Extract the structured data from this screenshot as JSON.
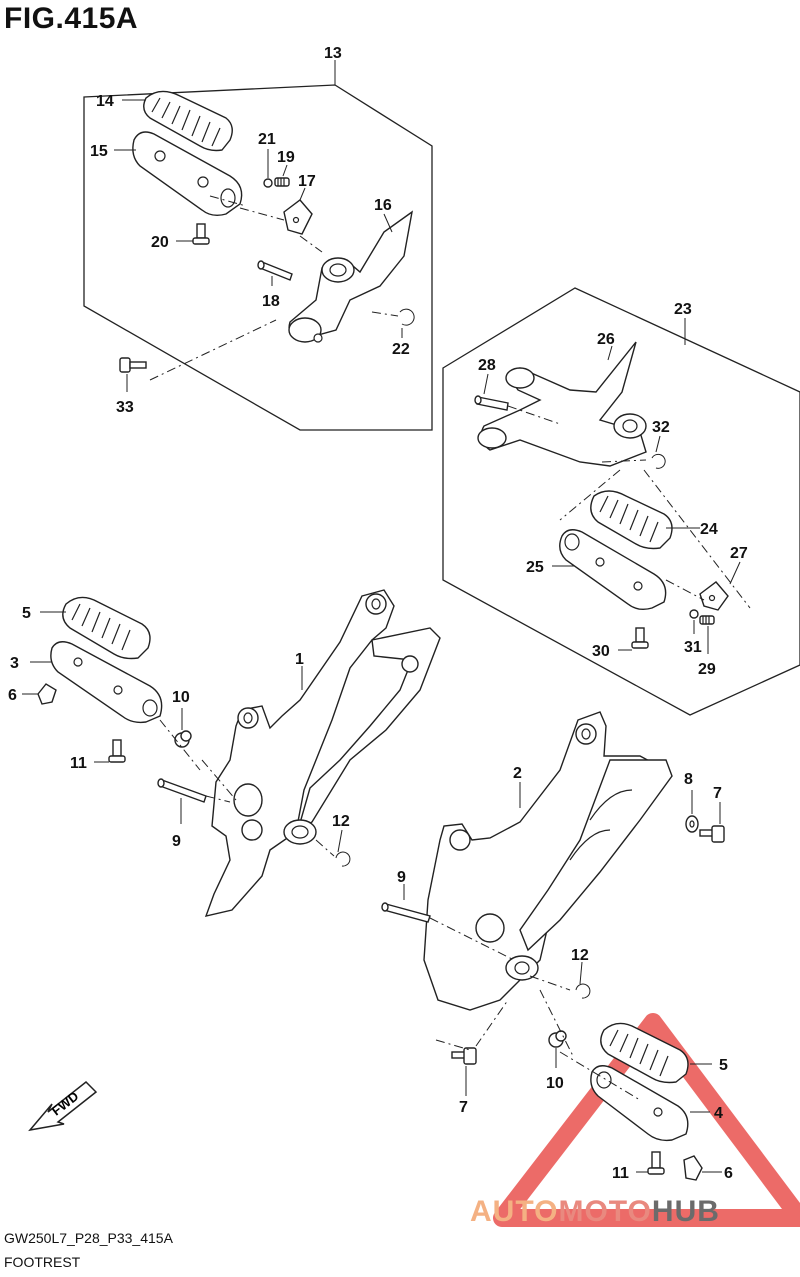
{
  "figure": {
    "title": "FIG.415A",
    "code": "GW250L7_P28_P33_415A",
    "caption": "FOOTREST",
    "fwd_label": "FWD"
  },
  "watermark": {
    "part1": "AUTO",
    "part2": "MOTO",
    "part3": "HUB"
  },
  "callouts": {
    "c1": "1",
    "c2": "2",
    "c3": "3",
    "c4": "4",
    "c5a": "5",
    "c5b": "5",
    "c6a": "6",
    "c6b": "6",
    "c7a": "7",
    "c7b": "7",
    "c8": "8",
    "c9a": "9",
    "c9b": "9",
    "c10a": "10",
    "c10b": "10",
    "c11a": "11",
    "c11b": "11",
    "c12a": "12",
    "c12b": "12",
    "c13": "13",
    "c14": "14",
    "c15": "15",
    "c16": "16",
    "c17": "17",
    "c18": "18",
    "c19": "19",
    "c20": "20",
    "c21": "21",
    "c22": "22",
    "c23": "23",
    "c24": "24",
    "c25": "25",
    "c26": "26",
    "c27": "27",
    "c28": "28",
    "c29": "29",
    "c30": "30",
    "c31": "31",
    "c32": "32",
    "c33": "33"
  },
  "colors": {
    "watermark_red": "#e53935",
    "watermark_orange": "#f4b183",
    "watermark_gray": "#6b6b6b"
  }
}
